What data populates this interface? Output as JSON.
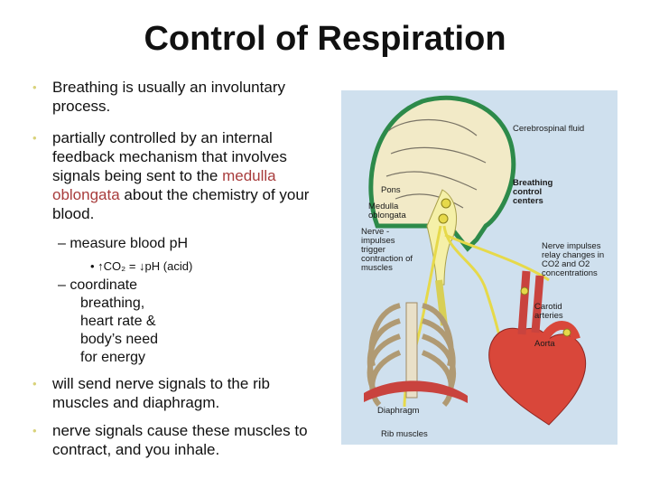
{
  "title": "Control of Respiration",
  "bullets": [
    {
      "text": "Breathing is usually an involuntary process."
    },
    {
      "pre": "partially controlled by an internal feedback mechanism that involves signals being sent to the ",
      "highlight": "medulla oblongata",
      "post": " about the chemistry of your blood."
    }
  ],
  "sub_bullets": {
    "measure": "measure blood pH",
    "measure_detail": "↑CO₂ = ↓pH (acid)",
    "coordinate_lines": [
      "coordinate",
      "breathing,",
      "heart rate &",
      "body’s need",
      "for energy"
    ]
  },
  "bullets_bottom": [
    "will send nerve signals to the rib muscles and diaphragm.",
    "nerve signals cause these muscles to contract, and you inhale."
  ],
  "diagram_labels": {
    "csf": "Cerebrospinal fluid",
    "breathing_control": "Breathing control centers",
    "pons": "Pons",
    "medulla": "Medulla oblongata",
    "nerve_impulses_left": "Nerve - impulses trigger contraction of muscles",
    "nerve_impulses_right": "Nerve impulses relay changes in CO2 and O2 concentrations",
    "carotid": "Carotid arteries",
    "aorta": "Aorta",
    "diaphragm": "Diaphragm",
    "rib_muscles": "Rib muscles"
  },
  "colors": {
    "highlight": "#a83c3c",
    "diagram_bg": "#cfe0ee",
    "nerve": "#e6d94a"
  }
}
